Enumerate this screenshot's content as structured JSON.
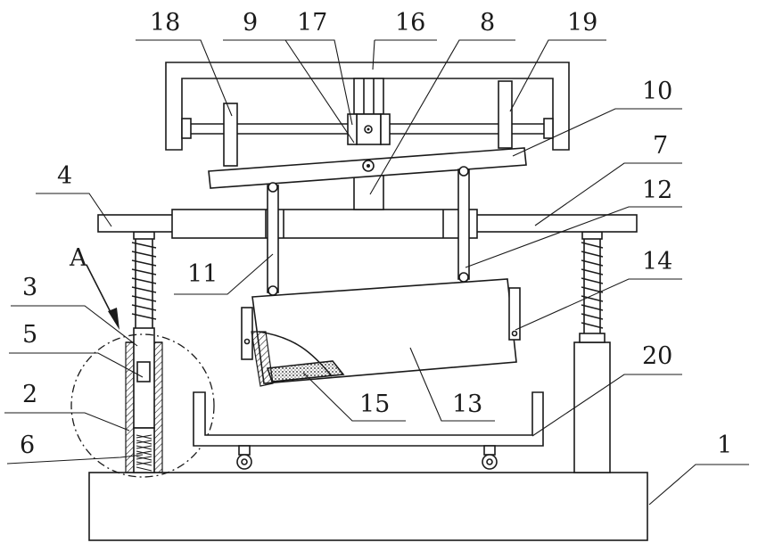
{
  "callouts": [
    {
      "id": "18",
      "label": "18"
    },
    {
      "id": "9",
      "label": "9"
    },
    {
      "id": "17",
      "label": "17"
    },
    {
      "id": "16",
      "label": "16"
    },
    {
      "id": "8",
      "label": "8"
    },
    {
      "id": "19",
      "label": "19"
    },
    {
      "id": "10",
      "label": "10"
    },
    {
      "id": "7",
      "label": "7"
    },
    {
      "id": "4",
      "label": "4"
    },
    {
      "id": "12",
      "label": "12"
    },
    {
      "id": "A",
      "label": "A"
    },
    {
      "id": "14",
      "label": "14"
    },
    {
      "id": "3",
      "label": "3"
    },
    {
      "id": "11",
      "label": "11"
    },
    {
      "id": "5",
      "label": "5"
    },
    {
      "id": "20",
      "label": "20"
    },
    {
      "id": "2",
      "label": "2"
    },
    {
      "id": "15",
      "label": "15"
    },
    {
      "id": "13",
      "label": "13"
    },
    {
      "id": "6",
      "label": "6"
    },
    {
      "id": "1",
      "label": "1"
    }
  ]
}
